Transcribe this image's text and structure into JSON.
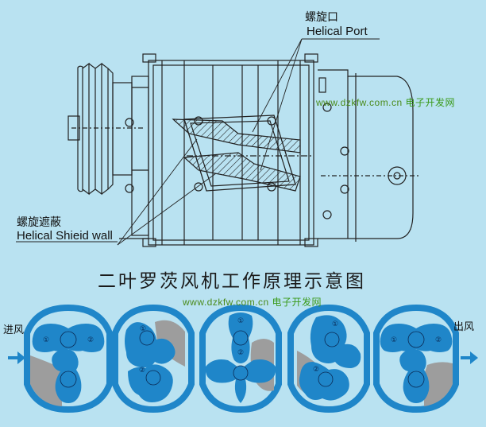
{
  "labels": {
    "helical_port_cn": "螺旋口",
    "helical_port_en": "Helical Port",
    "helical_wall_cn": "螺旋遮蔽",
    "helical_wall_en": "Helical Shieid wall",
    "title": "二叶罗茨风机工作原理示意图",
    "inlet": "进风",
    "outlet": "出风"
  },
  "watermarks": [
    {
      "url": "www.dzkfw.com.cn",
      "name": "电子开发网"
    },
    {
      "url": "www.dzkfw.com.cn",
      "name": "电子开发网"
    }
  ],
  "rotor_labels": [
    "①",
    "②"
  ],
  "colors": {
    "background": "#b9e2f1",
    "rotor_blue": "#1f86c9",
    "pocket_gray": "#9d9d9d",
    "line": "#222222",
    "watermark": "#4a8a1a"
  }
}
